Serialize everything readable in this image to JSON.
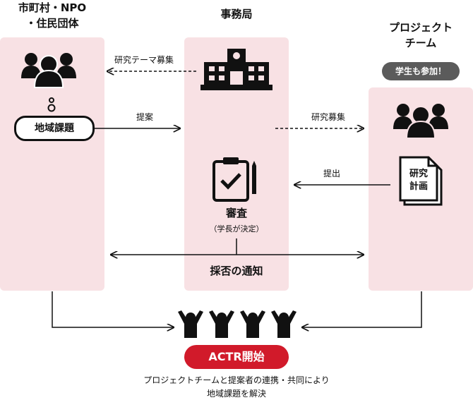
{
  "columns": {
    "left": {
      "title_line1": "市町村・NPO",
      "title_line2": "・住民団体",
      "issue": "地域課題"
    },
    "center": {
      "title": "事務局",
      "review": "審査",
      "review_note": "（学長が決定）",
      "notify": "採否の通知"
    },
    "right": {
      "title_line1": "プロジェクト",
      "title_line2": "チーム",
      "badge": "学生も参加！",
      "doc_line1": "研究",
      "doc_line2": "計画"
    }
  },
  "arrows": {
    "theme_recruit": "研究テーマ募集",
    "proposal": "提案",
    "research_recruit": "研究募集",
    "submit": "提出"
  },
  "result": {
    "start": "ACTR開始",
    "desc_line1": "プロジェクトチームと提案者の連携・共同により",
    "desc_line2": "地域課題を解決"
  },
  "colors": {
    "column_bg": "#f8e1e4",
    "accent_red": "#d11a2a",
    "badge_gray": "#5b5b5b"
  }
}
